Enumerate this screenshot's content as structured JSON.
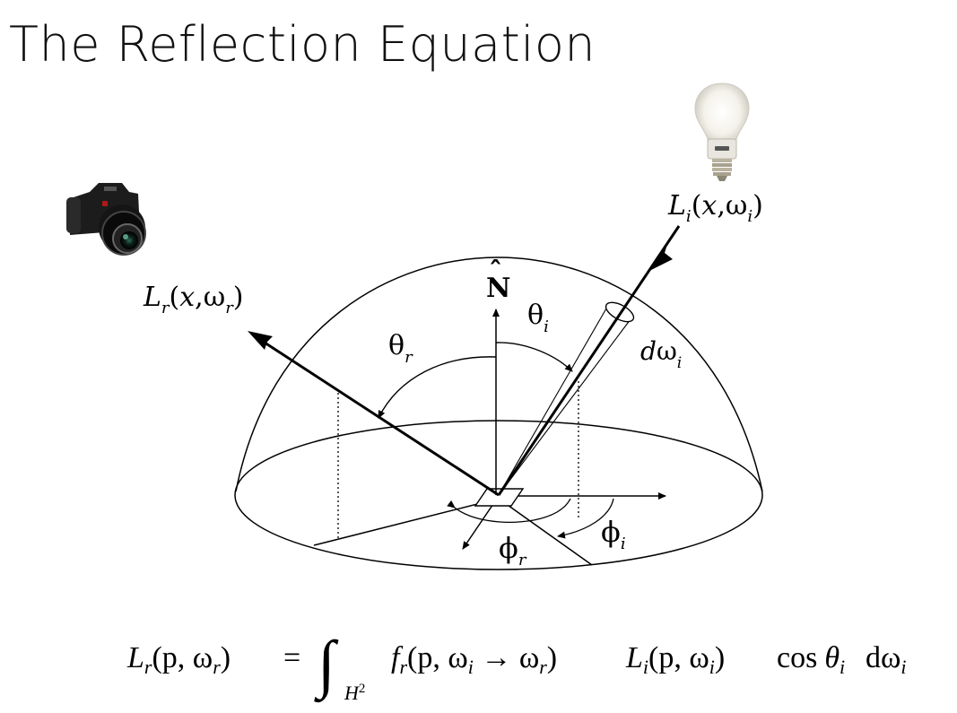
{
  "slide": {
    "title": "The Reflection Equation"
  },
  "diagram": {
    "normal_label": "N",
    "normal_hat": "ˆ",
    "theta_i": {
      "sym": "θ",
      "sub": "i"
    },
    "theta_r": {
      "sym": "θ",
      "sub": "r"
    },
    "phi_i": {
      "sym": "ϕ",
      "sub": "i"
    },
    "phi_r": {
      "sym": "ϕ",
      "sub": "r"
    },
    "d_omega_i": {
      "d": "d",
      "sym": "ω",
      "sub": "i"
    },
    "incident_radiance": {
      "L": "L",
      "sub": "i",
      "args_open": "(",
      "x": "x",
      "comma": ",",
      "omega": "ω",
      "omega_sub": "i",
      "args_close": ")"
    },
    "reflected_radiance": {
      "L": "L",
      "sub": "r",
      "args_open": "(",
      "x": "x",
      "comma": ",",
      "omega": "ω",
      "omega_sub": "r",
      "args_close": ")"
    },
    "icons": [
      "camera-icon",
      "light-bulb-icon"
    ]
  },
  "equation": {
    "lhs_L": "L",
    "lhs_sub": "r",
    "lhs_args": "(p, ω",
    "lhs_args_sub": "r",
    "lhs_close": ")",
    "equals": "=",
    "integral": "∫",
    "domain": "H",
    "domain_sup": "2",
    "brdf_f": "f",
    "brdf_sub": "r",
    "brdf_args_open": "(p, ω",
    "brdf_wi_sub": "i",
    "brdf_arrow": " → ω",
    "brdf_wr_sub": "r",
    "brdf_close": ")",
    "li_L": "L",
    "li_sub": "i",
    "li_args": "(p, ω",
    "li_args_sub": "i",
    "li_close": ")",
    "cos": "cos",
    "theta": "θ",
    "theta_sub": "i",
    "d_omega": "dω",
    "d_omega_sub": "i"
  }
}
